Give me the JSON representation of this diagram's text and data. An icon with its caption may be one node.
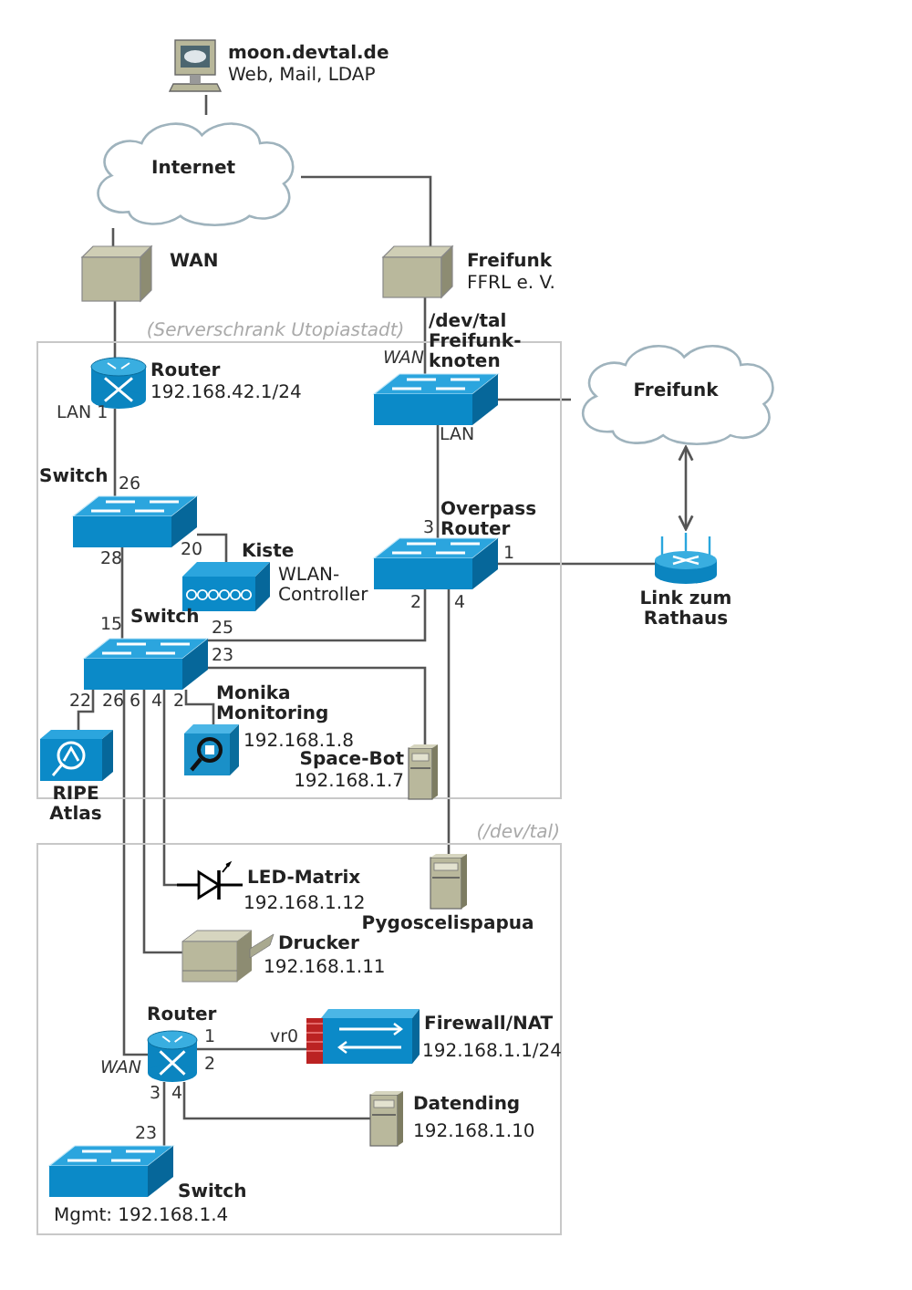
{
  "diagram": {
    "nodes": [
      {
        "text": [
          "moon.devtal.de",
          "Web, Mail, LDAP"
        ]
      },
      {
        "text": [
          "Internet"
        ]
      },
      {
        "text": [
          "WAN"
        ]
      },
      {
        "text": [
          "Freifunk",
          "FFRL e. V."
        ]
      },
      {
        "text": [
          "(Serverschrank Utopiastadt)"
        ]
      },
      {
        "text": [
          "Router",
          "192.168.42.1/24"
        ],
        "in": 4
      },
      {
        "text": [
          "/dev/tal Freifunk-knoten"
        ]
      },
      {
        "text": [
          "Freifunk"
        ]
      },
      {
        "text": [
          "Switch"
        ],
        "in": 4
      },
      {
        "text": [
          "Overpass Router"
        ],
        "in": 4
      },
      {
        "text": [
          "Link zum Rathaus"
        ]
      },
      {
        "text": [
          "Kiste",
          "WLAN-Controller"
        ],
        "in": 4
      },
      {
        "text": [
          "Switch"
        ],
        "in": 4
      },
      {
        "text": [
          "RIPE Atlas"
        ],
        "in": 4
      },
      {
        "text": [
          "Monika Monitoring",
          "192.168.1.8"
        ],
        "in": 4
      },
      {
        "text": [
          "Space-Bot",
          "192.168.1.7"
        ],
        "in": 4
      },
      {
        "text": [
          "(/dev/tal)"
        ]
      },
      {
        "text": [
          "LED-Matrix",
          "192.168.1.12"
        ],
        "in": 16
      },
      {
        "text": [
          "Pygoscelispapua"
        ],
        "in": 16
      },
      {
        "text": [
          "Drucker",
          "192.168.1.11"
        ],
        "in": 16
      },
      {
        "text": [
          "Router"
        ],
        "in": 16
      },
      {
        "text": [
          "Firewall/NAT",
          "192.168.1.1/24"
        ],
        "in": 16
      },
      {
        "text": [
          "Datending",
          "192.168.1.10"
        ],
        "in": 16
      },
      {
        "text": [
          "Switch",
          "Mgmt: 192.168.1.4"
        ],
        "in": 16
      }
    ],
    "edges": [
      {
        "from": 0,
        "to": 1,
        "arrow": "none"
      },
      {
        "from": 1,
        "to": 2,
        "arrow": "none"
      },
      {
        "from": 1,
        "to": 3,
        "arrow": "none"
      },
      {
        "from": 2,
        "to": 5,
        "arrow": "none"
      },
      {
        "from": 3,
        "to": 6,
        "arrow": "none"
      },
      {
        "from": 6,
        "to": 7,
        "arrow": "none"
      },
      {
        "from": 6,
        "to": 9,
        "arrow": "none"
      },
      {
        "from": 5,
        "to": 8,
        "arrow": "none"
      },
      {
        "from": 8,
        "to": 11,
        "arrow": "none"
      },
      {
        "from": 8,
        "to": 12,
        "arrow": "none"
      },
      {
        "from": 9,
        "to": 10,
        "arrow": "none"
      },
      {
        "from": 7,
        "to": 10,
        "arrow": "both"
      },
      {
        "from": 9,
        "to": 12,
        "arrow": "none"
      },
      {
        "from": 9,
        "to": 18,
        "arrow": "none"
      },
      {
        "from": 12,
        "to": 15,
        "arrow": "none"
      },
      {
        "from": 12,
        "to": 13,
        "arrow": "none"
      },
      {
        "from": 12,
        "to": 20,
        "arrow": "none"
      },
      {
        "from": 12,
        "to": 19,
        "arrow": "none"
      },
      {
        "from": 12,
        "to": 17,
        "arrow": "none"
      },
      {
        "from": 12,
        "to": 14,
        "arrow": "none"
      },
      {
        "from": 20,
        "to": 21,
        "arrow": "none"
      },
      {
        "from": 20,
        "to": 23,
        "arrow": "none"
      },
      {
        "from": 20,
        "to": 22,
        "arrow": "none"
      }
    ],
    "labels": [
      "WAN",
      "LAN 1",
      "LAN",
      "26",
      "3",
      "20",
      "1",
      "28",
      "15",
      "2",
      "4",
      "25",
      "23",
      "22",
      "26",
      "6",
      "4",
      "2",
      "1",
      "vr0",
      "WAN",
      "2",
      "3",
      "4",
      "23"
    ]
  }
}
